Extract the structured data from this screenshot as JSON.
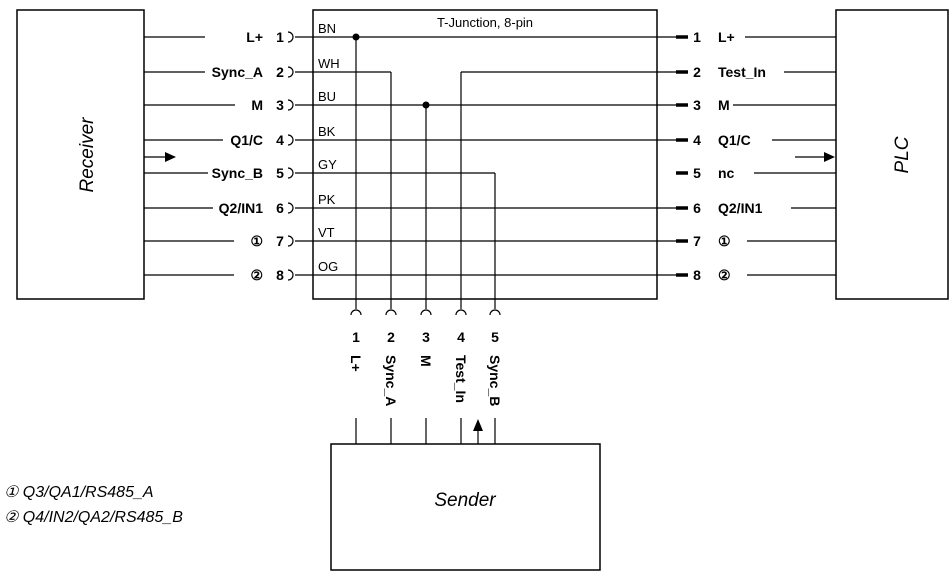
{
  "receiver": {
    "title": "Receiver"
  },
  "plc": {
    "title": "PLC"
  },
  "sender": {
    "title": "Sender"
  },
  "junction": {
    "title": "T-Junction, 8-pin"
  },
  "left_pins": [
    {
      "signal": "L+",
      "pin": "1",
      "wire_color": "BN"
    },
    {
      "signal": "Sync_A",
      "pin": "2",
      "wire_color": "WH"
    },
    {
      "signal": "M",
      "pin": "3",
      "wire_color": "BU"
    },
    {
      "signal": "Q1/C",
      "pin": "4",
      "wire_color": "BK"
    },
    {
      "signal": "Sync_B",
      "pin": "5",
      "wire_color": "GY"
    },
    {
      "signal": "Q2/IN1",
      "pin": "6",
      "wire_color": "PK"
    },
    {
      "signal": "①",
      "pin": "7",
      "wire_color": "VT"
    },
    {
      "signal": "②",
      "pin": "8",
      "wire_color": "OG"
    }
  ],
  "right_pins": [
    {
      "pin": "1",
      "signal": "L+"
    },
    {
      "pin": "2",
      "signal": "Test_In"
    },
    {
      "pin": "3",
      "signal": "M"
    },
    {
      "pin": "4",
      "signal": "Q1/C"
    },
    {
      "pin": "5",
      "signal": "nc"
    },
    {
      "pin": "6",
      "signal": "Q2/IN1"
    },
    {
      "pin": "7",
      "signal": "①"
    },
    {
      "pin": "8",
      "signal": "②"
    }
  ],
  "bottom_pins": [
    {
      "pin": "1",
      "signal": "L+"
    },
    {
      "pin": "2",
      "signal": "Sync_A"
    },
    {
      "pin": "3",
      "signal": "M"
    },
    {
      "pin": "4",
      "signal": "Test_In"
    },
    {
      "pin": "5",
      "signal": "Sync_B"
    }
  ],
  "footnotes": {
    "note1": "① Q3/QA1/RS485_A",
    "note2": "② Q4/IN2/QA2/RS485_B"
  }
}
